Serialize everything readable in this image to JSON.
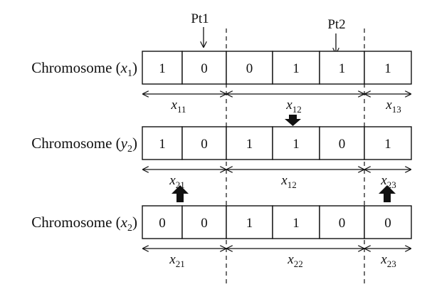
{
  "cut_points": [
    {
      "label": "Pt1"
    },
    {
      "label": "Pt2"
    }
  ],
  "rows": [
    {
      "label_prefix": "Chromosome (",
      "label_var": "x",
      "label_sub": "1",
      "label_suffix": ")",
      "cells": [
        "1",
        "0",
        "0",
        "1",
        "1",
        "1"
      ],
      "segments": [
        {
          "var": "x",
          "sub": "11"
        },
        {
          "var": "x",
          "sub": "12"
        },
        {
          "var": "x",
          "sub": "13"
        }
      ]
    },
    {
      "label_prefix": "Chromosome (",
      "label_var": "y",
      "label_sub": "2",
      "label_suffix": ")",
      "cells": [
        "1",
        "0",
        "1",
        "1",
        "0",
        "1"
      ],
      "segments": [
        {
          "var": "x",
          "sub": "21"
        },
        {
          "var": "x",
          "sub": "12"
        },
        {
          "var": "x",
          "sub": "23"
        }
      ]
    },
    {
      "label_prefix": "Chromosome (",
      "label_var": "x",
      "label_sub": "2",
      "label_suffix": ")",
      "cells": [
        "0",
        "0",
        "1",
        "1",
        "0",
        "0"
      ],
      "segments": [
        {
          "var": "x",
          "sub": "21"
        },
        {
          "var": "x",
          "sub": "22"
        },
        {
          "var": "x",
          "sub": "23"
        }
      ]
    }
  ]
}
